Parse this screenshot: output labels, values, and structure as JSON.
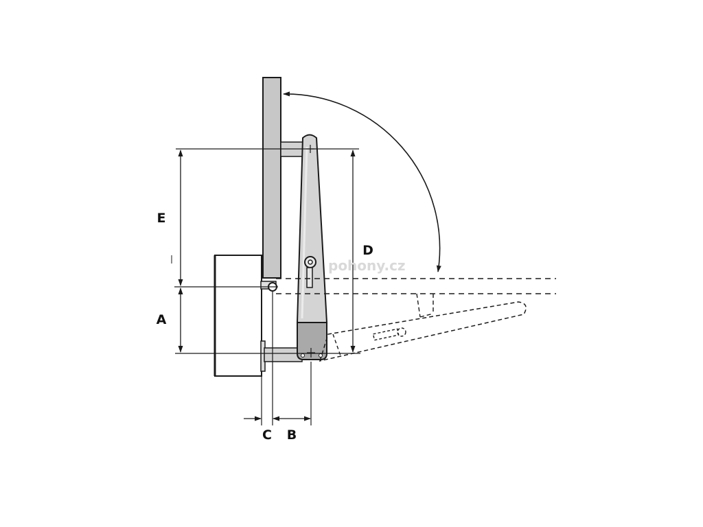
{
  "dimension_labels": {
    "a": "A",
    "b": "B",
    "c": "C",
    "d": "D",
    "e": "E"
  },
  "watermark": "pohony.cz",
  "colors": {
    "line": "#1a1a1a",
    "arm_fill": "#d4d4d4",
    "motor_fill": "#a9a9a9",
    "gate_fill": "#c7c7c7",
    "bracket_fill": "#d2d2d2",
    "watermark": "#d9d9d9"
  }
}
